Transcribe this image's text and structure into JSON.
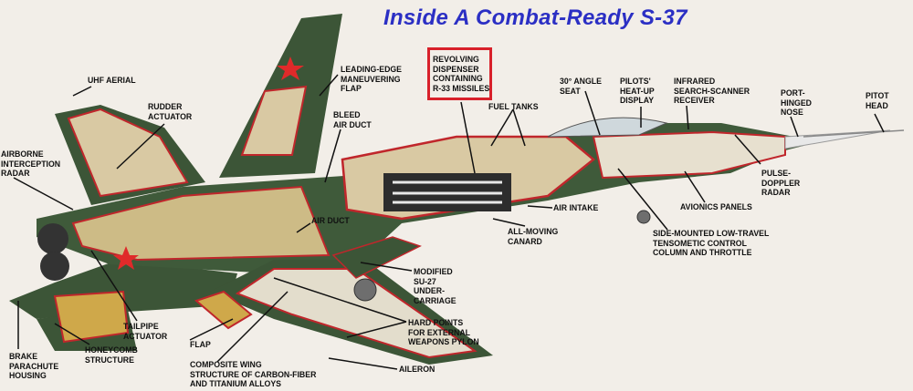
{
  "title": "Inside A Combat-Ready S-37",
  "colors": {
    "title": "#2b2fc4",
    "highlight_box": "#d8202a",
    "skin": "#3f5a3a",
    "cutaway_outline": "#c0262b",
    "interior": "#d9c9a3",
    "background": "#f2eee8"
  },
  "labels": {
    "uhf_aerial": "UHF AERIAL",
    "rudder_actuator": "RUDDER\nACTUATOR",
    "leading_edge_flap": "LEADING-EDGE\nMANEUVERING\nFLAP",
    "bleed_air_duct": "BLEED\nAIR DUCT",
    "airborne_radar": "AIRBORNE\nINTERCEPTION\nRADAR",
    "air_duct": "AIR DUCT",
    "revolving_dispenser": "REVOLVING\nDISPENSER\nCONTAINING\nR-33 MISSILES",
    "fuel_tanks": "FUEL TANKS",
    "angle_seat": "30° ANGLE\nSEAT",
    "heat_up_display": "PILOTS'\nHEAT-UP\nDISPLAY",
    "infrared_receiver": "INFRARED\nSEARCH-SCANNER\nRECEIVER",
    "port_hinged_nose": "PORT-\nHINGED\nNOSE",
    "pitot_head": "PITOT\nHEAD",
    "pulse_doppler_radar": "PULSE-\nDOPPLER\nRADAR",
    "avionics_panels": "AVIONICS PANELS",
    "air_intake": "AIR INTAKE",
    "all_moving_canard": "ALL-MOVING\nCANARD",
    "control_column": "SIDE-MOUNTED LOW-TRAVEL\nTENSOMETIC CONTROL\nCOLUMN AND THROTTLE",
    "undercarriage": "MODIFIED\nSU-27\nUNDER-\nCARRIAGE",
    "hard_points": "HARD POINTS\nFOR EXTERNAL\nWEAPONS PYLON",
    "aileron": "AILERON",
    "composite_wing": "COMPOSITE WING\nSTRUCTURE OF CARBON-FIBER\nAND TITANIUM ALLOYS",
    "flap": "FLAP",
    "tailpipe_actuator": "TAILPIPE\nACTUATOR",
    "honeycomb": "HONEYCOMB\nSTRUCTURE",
    "brake_parachute": "BRAKE\nPARACHUTE\nHOUSING"
  }
}
